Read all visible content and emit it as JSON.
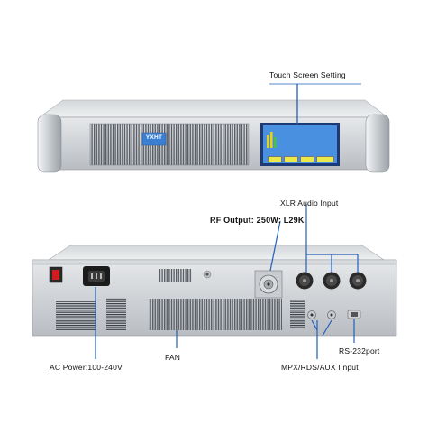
{
  "callouts": {
    "touch_screen": "Touch Screen Setting",
    "xlr_audio": "XLR Audio Input",
    "rf_output": "RF Output: 250W: L29K",
    "fan": "FAN",
    "ac_power": "AC Power:100-240V",
    "rs232": "RS-232port",
    "mpx": "MPX/RDS/AUX I nput"
  },
  "front_panel": {
    "logo": "YXHT"
  },
  "colors": {
    "callout_line": "#1f5fbf",
    "screen_blue": "#3f86d8",
    "chassis": "#c9cdd1"
  }
}
